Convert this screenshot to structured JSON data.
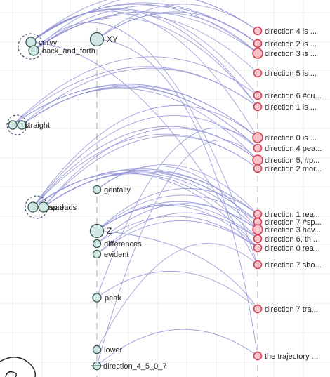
{
  "left_nodes": [
    {
      "id": "L_XY",
      "label": "XY"
    },
    {
      "id": "L_curvy",
      "label": "curvy"
    },
    {
      "id": "L_back",
      "label": "back_and_forth"
    },
    {
      "id": "L_flat",
      "label": "flat"
    },
    {
      "id": "L_straight",
      "label": "straight"
    },
    {
      "id": "L_spread",
      "label": "spread"
    },
    {
      "id": "L_spreads",
      "label": "spreads"
    },
    {
      "id": "L_gentally",
      "label": "gentally"
    },
    {
      "id": "L_Z",
      "label": "Z"
    },
    {
      "id": "L_differences",
      "label": "differences"
    },
    {
      "id": "L_evident",
      "label": "evident"
    },
    {
      "id": "L_peak",
      "label": "peak"
    },
    {
      "id": "L_lower",
      "label": "lower"
    },
    {
      "id": "L_dir4507",
      "label": "direction_4_5_0_7"
    }
  ],
  "right_nodes": [
    {
      "id": "R_d4",
      "label": "direction 4 is ..."
    },
    {
      "id": "R_d2",
      "label": "direction 2 is ..."
    },
    {
      "id": "R_d3",
      "label": "direction 3 is ..."
    },
    {
      "id": "R_d5",
      "label": "direction 5 is ..."
    },
    {
      "id": "R_d6",
      "label": "direction 6 #cu..."
    },
    {
      "id": "R_d1",
      "label": "direction 1 is ..."
    },
    {
      "id": "R_d0",
      "label": "direction 0 is ..."
    },
    {
      "id": "R_d4p",
      "label": "direction 4 pea..."
    },
    {
      "id": "R_d5p",
      "label": "direction 5, #p..."
    },
    {
      "id": "R_d2m",
      "label": "direction 2 mor..."
    },
    {
      "id": "R_d1r",
      "label": "direction 1 rea..."
    },
    {
      "id": "R_d7s",
      "label": "direction 7 #sp..."
    },
    {
      "id": "R_d3h",
      "label": "direction 3 hav..."
    },
    {
      "id": "R_d6t",
      "label": "direction 6, th..."
    },
    {
      "id": "R_d0r",
      "label": "direction 0 rea..."
    },
    {
      "id": "R_d7sh",
      "label": "direction 7 sho..."
    },
    {
      "id": "R_d7t",
      "label": "direction 7 tra..."
    },
    {
      "id": "R_traj",
      "label": "the trajectory ..."
    }
  ],
  "edges": [
    [
      "L_curvy",
      "R_d4"
    ],
    [
      "L_curvy",
      "R_d2"
    ],
    [
      "L_curvy",
      "R_d3"
    ],
    [
      "L_curvy",
      "R_d6"
    ],
    [
      "L_curvy",
      "R_d1"
    ],
    [
      "L_curvy",
      "R_d0"
    ],
    [
      "L_back",
      "R_d4"
    ],
    [
      "L_back",
      "R_d2"
    ],
    [
      "L_back",
      "R_d3"
    ],
    [
      "L_back",
      "R_d5"
    ],
    [
      "L_back",
      "R_d1"
    ],
    [
      "L_back",
      "R_d7sh"
    ],
    [
      "L_XY",
      "R_d4"
    ],
    [
      "L_XY",
      "R_d2"
    ],
    [
      "L_XY",
      "R_d3"
    ],
    [
      "L_flat",
      "R_d6"
    ],
    [
      "L_flat",
      "R_d1"
    ],
    [
      "L_flat",
      "R_d0"
    ],
    [
      "L_flat",
      "R_d4p"
    ],
    [
      "L_straight",
      "R_d1"
    ],
    [
      "L_straight",
      "R_d0"
    ],
    [
      "L_straight",
      "R_d4p"
    ],
    [
      "L_straight",
      "R_d5p"
    ],
    [
      "L_spread",
      "R_d0"
    ],
    [
      "L_spread",
      "R_d4p"
    ],
    [
      "L_spread",
      "R_d5p"
    ],
    [
      "L_spread",
      "R_d2m"
    ],
    [
      "L_spread",
      "R_d1r"
    ],
    [
      "L_spread",
      "R_d7s"
    ],
    [
      "L_spread",
      "R_d0r"
    ],
    [
      "L_spreads",
      "R_d5p"
    ],
    [
      "L_spreads",
      "R_d2m"
    ],
    [
      "L_spreads",
      "R_d1r"
    ],
    [
      "L_spreads",
      "R_d7s"
    ],
    [
      "L_spreads",
      "R_d3h"
    ],
    [
      "L_spreads",
      "R_d6t"
    ],
    [
      "L_gentally",
      "R_d1r"
    ],
    [
      "L_gentally",
      "R_d3h"
    ],
    [
      "L_Z",
      "R_d1r"
    ],
    [
      "L_Z",
      "R_d7s"
    ],
    [
      "L_Z",
      "R_d3h"
    ],
    [
      "L_Z",
      "R_d6t"
    ],
    [
      "L_Z",
      "R_d0r"
    ],
    [
      "L_differences",
      "R_d3h"
    ],
    [
      "L_differences",
      "R_d0r"
    ],
    [
      "L_evident",
      "R_d6t"
    ],
    [
      "L_evident",
      "R_d0r"
    ],
    [
      "L_peak",
      "R_d4p"
    ],
    [
      "L_peak",
      "R_d7t"
    ],
    [
      "L_lower",
      "R_d7sh"
    ],
    [
      "L_dir4507",
      "R_d5p"
    ],
    [
      "L_dir4507",
      "R_traj"
    ]
  ]
}
